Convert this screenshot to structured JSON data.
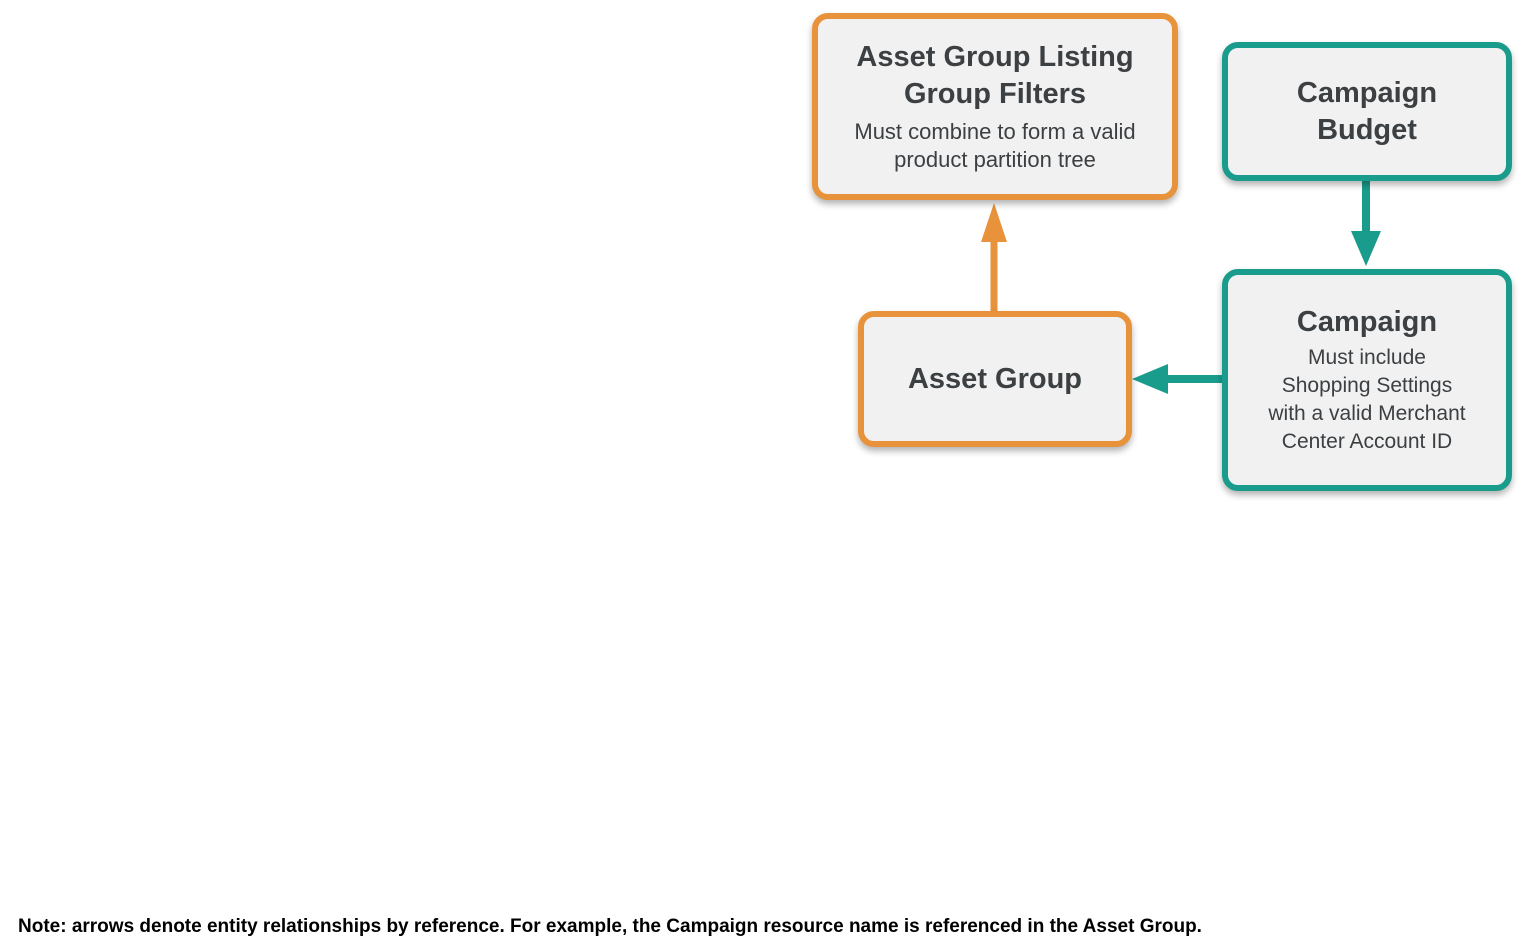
{
  "diagram": {
    "colors": {
      "orange": "#E8923B",
      "teal": "#1A9C8C",
      "node_fill": "#F1F1F1",
      "node_text": "#3C4043",
      "note_text": "#000000"
    },
    "nodes": [
      {
        "id": "asset-group-listing-group-filters",
        "title": "Asset Group Listing\nGroup Filters",
        "subtitle": "Must combine to form a valid\nproduct partition tree",
        "border_color": "orange"
      },
      {
        "id": "campaign-budget",
        "title": "Campaign\nBudget",
        "subtitle": "",
        "border_color": "teal"
      },
      {
        "id": "asset-group",
        "title": "Asset Group",
        "subtitle": "",
        "border_color": "orange"
      },
      {
        "id": "campaign",
        "title": "Campaign",
        "subtitle": "Must include\nShopping Settings\nwith a valid Merchant\nCenter Account ID",
        "border_color": "teal"
      }
    ],
    "edges": [
      {
        "from": "asset-group",
        "to": "asset-group-listing-group-filters",
        "color": "orange",
        "direction": "up"
      },
      {
        "from": "campaign-budget",
        "to": "campaign",
        "color": "teal",
        "direction": "down"
      },
      {
        "from": "campaign",
        "to": "asset-group",
        "color": "teal",
        "direction": "left"
      }
    ]
  },
  "note": "Note: arrows denote entity relationships by reference. For example, the Campaign resource name is referenced in the Asset Group."
}
